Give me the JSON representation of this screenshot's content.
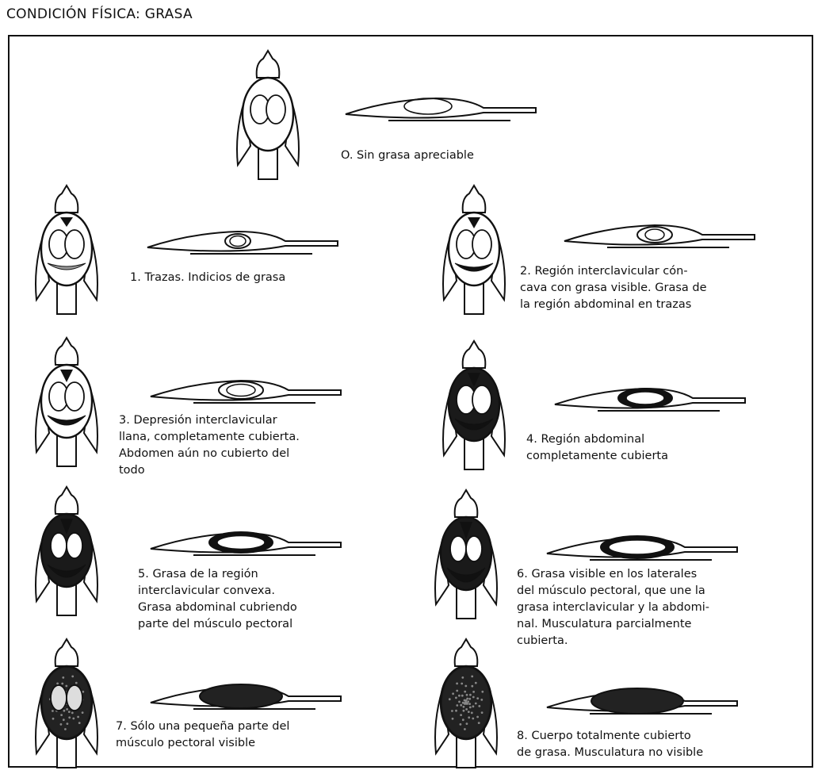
{
  "title": "CONDICIÓN FÍSICA: GRASA",
  "levels": [
    {
      "score": 0,
      "text": "O. Sin grasa apreciable"
    },
    {
      "score": 1,
      "text": "1. Trazas. Indicios de grasa"
    },
    {
      "score": 2,
      "text": "2. Región interclavicular cón-\ncava con grasa visible. Grasa de\nla región abdominal en trazas"
    },
    {
      "score": 3,
      "text": "3. Depresión interclavicular\nllana, completamente cubierta.\nAbdomen aún no cubierto del\ntodo"
    },
    {
      "score": 4,
      "text": "4. Región abdominal\ncompletamente cubierta"
    },
    {
      "score": 5,
      "text": "5. Grasa de la región\ninterclavicular convexa.\nGrasa abdominal cubriendo\nparte del músculo pectoral"
    },
    {
      "score": 6,
      "text": "6. Grasa visible en los laterales\ndel músculo pectoral, que une la\ngrasa interclavicular y la abdomi-\nnal. Musculatura parcialmente\ncubierta."
    },
    {
      "score": 7,
      "text": "7. Sólo una pequeña parte del\nmúsculo pectoral visible"
    },
    {
      "score": 8,
      "text": "8. Cuerpo totalmente cubierto\nde grasa. Musculatura no visible"
    }
  ]
}
